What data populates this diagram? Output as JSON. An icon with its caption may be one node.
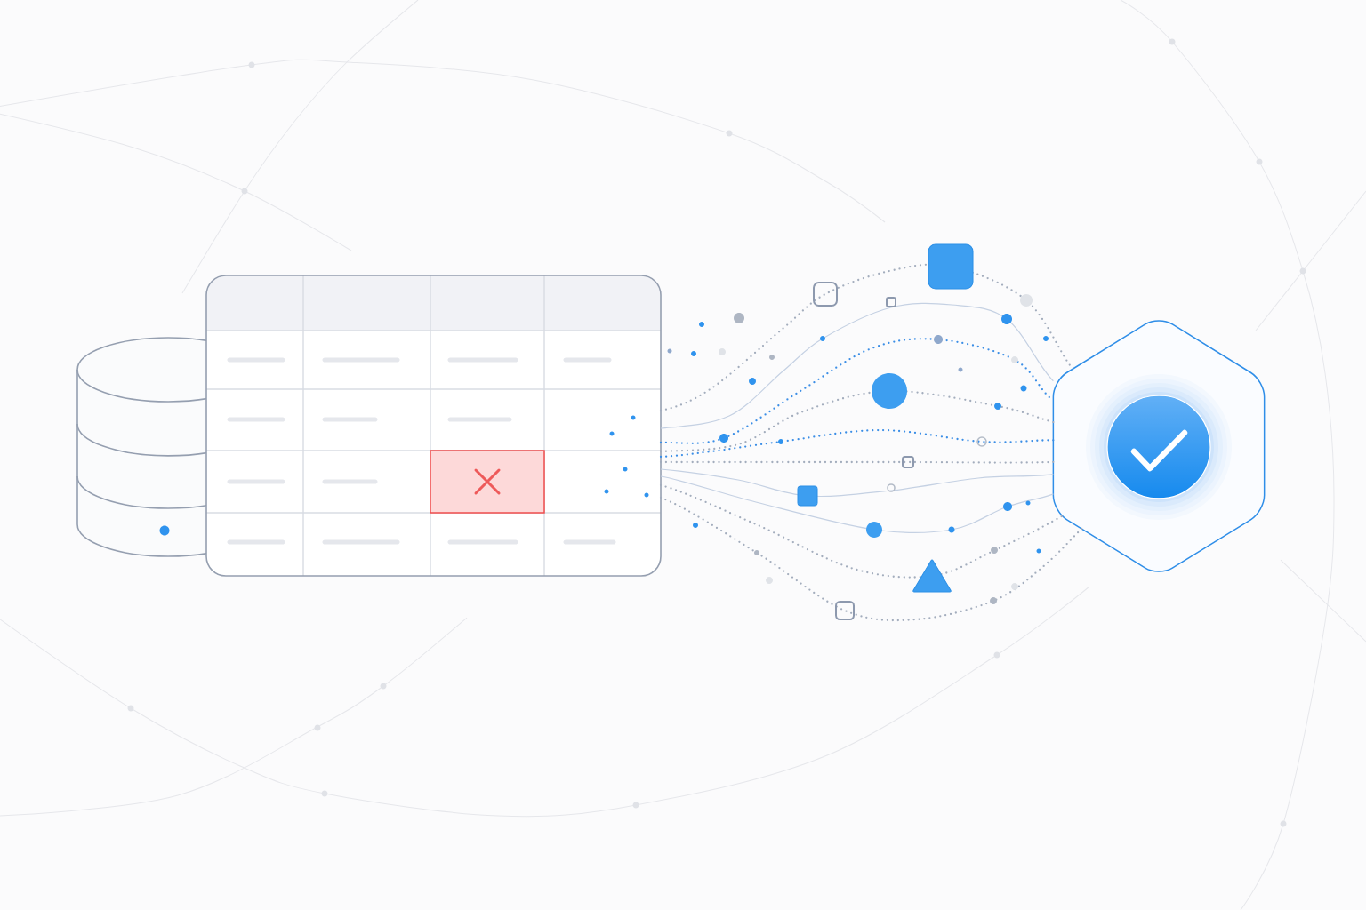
{
  "diagram": {
    "nodes": [
      {
        "text": [],
        "shape": "cylinder"
      },
      {
        "text": [],
        "shape": "table"
      },
      {
        "text": [],
        "shape": "hexagon"
      }
    ],
    "edges": [
      {
        "from": 1,
        "to": 2,
        "arrow": "none",
        "style": "dashed"
      },
      {
        "from": 1,
        "to": 2,
        "arrow": "none",
        "color": "#c5d1e3"
      },
      {
        "from": 1,
        "to": 2,
        "arrow": "none",
        "style": "dashed",
        "color": "#3b8ee6"
      },
      {
        "from": 1,
        "to": 2,
        "arrow": "none",
        "style": "dashed"
      },
      {
        "from": 1,
        "to": 2,
        "arrow": "none",
        "style": "dashed",
        "color": "#3b8ee6"
      },
      {
        "from": 1,
        "to": 2,
        "arrow": "none",
        "style": "dashed"
      },
      {
        "from": 1,
        "to": 2,
        "arrow": "none",
        "color": "#c5d1e3"
      },
      {
        "from": 1,
        "to": 2,
        "arrow": "none",
        "color": "#c5d1e3"
      },
      {
        "from": 1,
        "to": 2,
        "arrow": "none",
        "style": "dashed"
      },
      {
        "from": 1,
        "to": 2,
        "arrow": "none",
        "style": "dashed"
      }
    ]
  }
}
